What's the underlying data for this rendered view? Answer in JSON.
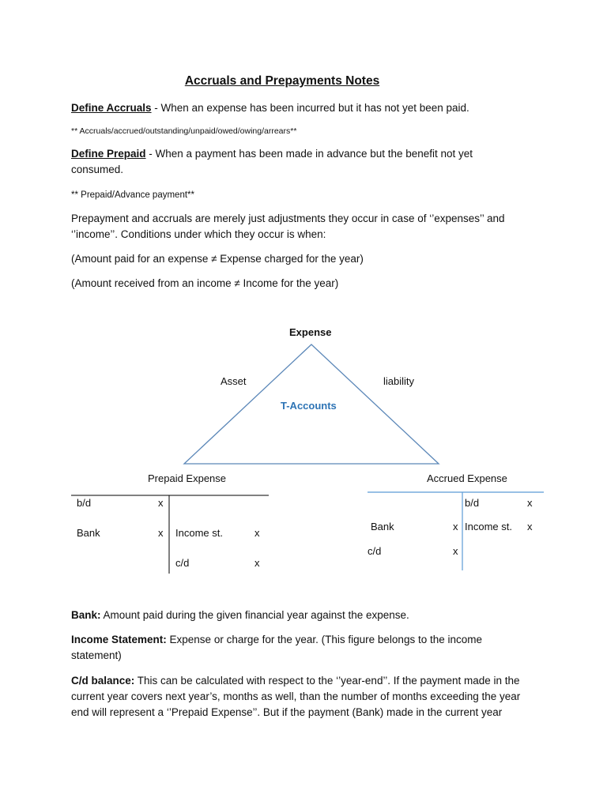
{
  "title": "Accruals and Prepayments Notes",
  "accruals": {
    "term": "Define Accruals",
    "definition": " - When an expense has been incurred but it has not yet been paid.",
    "synonyms": "** Accruals/accrued/outstanding/unpaid/owed/owing/arrears**"
  },
  "prepaid": {
    "term": "Define Prepaid",
    "definition_line1": " - When a payment has been made in advance but the benefit not yet",
    "definition_line2": "consumed.",
    "synonyms": "** Prepaid/Advance payment**"
  },
  "intro": {
    "line1": "Prepayment and accruals are merely just adjustments they occur in case of ‘’expenses’’ and",
    "line2": "‘’income’’. Conditions under which they occur is when:",
    "condition1": "(Amount paid for an expense ≠ Expense charged for the year)",
    "condition2": "(Amount received from an income ≠ Income for the year)"
  },
  "triangle": {
    "top_label": "Expense",
    "left_label": "Asset",
    "right_label": "liability",
    "center_label": "T-Accounts",
    "center_color": "#2e74b5",
    "line_color": "#5b87b8"
  },
  "prepaid_account": {
    "heading": "Prepaid Expense",
    "debit": [
      {
        "label": "b/d",
        "amount": "x"
      },
      {
        "label": "Bank",
        "amount": "x"
      }
    ],
    "credit": [
      {
        "label": "Income st.",
        "amount": "x"
      },
      {
        "label": "c/d",
        "amount": "x"
      }
    ]
  },
  "accrued_account": {
    "heading": "Accrued Expense",
    "debit": [
      {
        "label": "Bank",
        "amount": "x"
      },
      {
        "label": "c/d",
        "amount": "x"
      }
    ],
    "credit": [
      {
        "label": "b/d",
        "amount": "x"
      },
      {
        "label": "Income st.",
        "amount": "x"
      }
    ],
    "line_color": "#5b9bd5"
  },
  "notes": {
    "bank_term": "Bank:",
    "bank_text": " Amount paid during the given financial year against the expense.",
    "income_term": "Income Statement:",
    "income_text_line1": " Expense or charge for the year. (This figure belongs to the income",
    "income_text_line2": "statement)",
    "cd_term": "C/d balance:",
    "cd_text_line1": " This can be calculated with respect to the ‘’year-end’’. If the payment made in the",
    "cd_text_line2": "current year covers next year’s, months as well, than the number of months exceeding the year",
    "cd_text_line3": "end will represent a ‘’Prepaid Expense’’. But if the payment (Bank) made in the current year"
  }
}
